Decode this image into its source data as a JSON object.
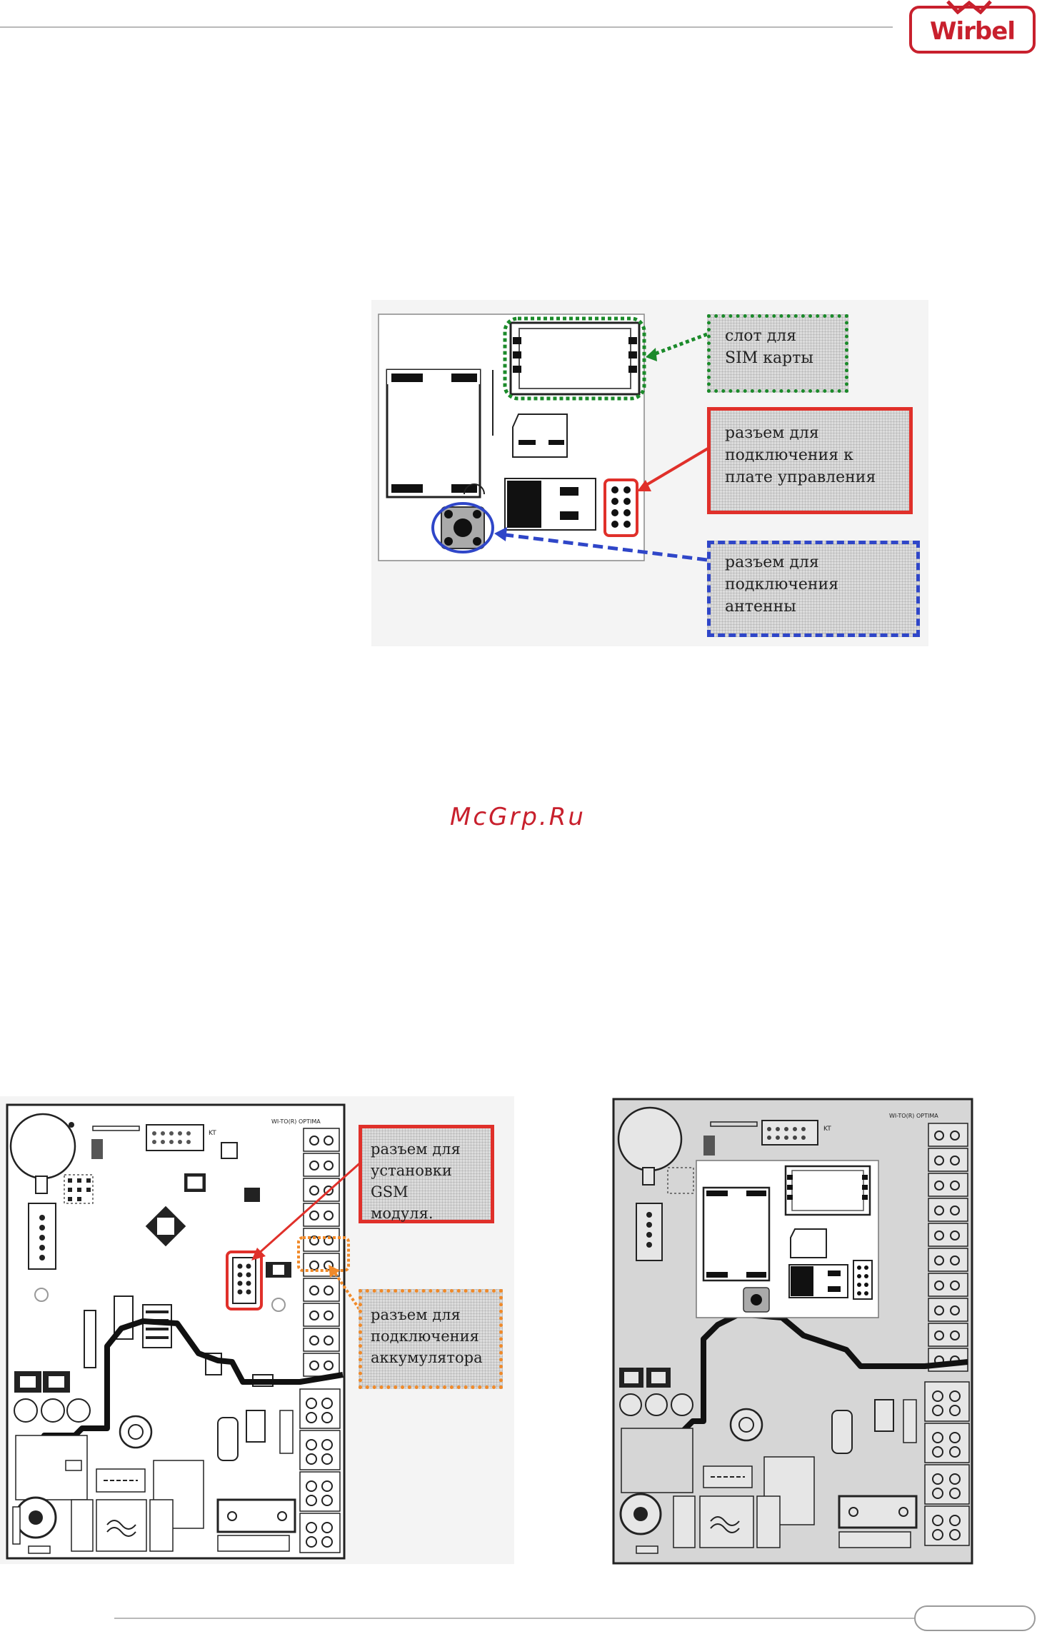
{
  "header": {
    "logo_text": "Wirbel"
  },
  "watermark": "McGrp.Ru",
  "figure_gsm_module": {
    "callouts": [
      {
        "id": "sim",
        "lines": [
          "слот для",
          "SIM карты"
        ],
        "color": "#1b8a2a"
      },
      {
        "id": "control",
        "lines": [
          "разъем для",
          "подключения к",
          "плате управления"
        ],
        "color": "#e0302a"
      },
      {
        "id": "antenna",
        "lines": [
          "разъем для",
          "подключения",
          "антенны"
        ],
        "color": "#2f46c8"
      }
    ]
  },
  "figure_control_board": {
    "callouts": [
      {
        "id": "gsm",
        "lines": [
          "разъем для",
          "установки GSM",
          "модуля."
        ],
        "color": "#e0302a"
      },
      {
        "id": "battery",
        "lines": [
          "разъем для",
          "подключения",
          "аккумулятора"
        ],
        "color": "#f08a2a"
      }
    ],
    "board_labels": [
      "KT",
      "WI-TO(R) OPTIMA"
    ]
  },
  "figure_assembled": {
    "board_labels": [
      "KT",
      "WI-TO(R) OPTIMA"
    ]
  }
}
